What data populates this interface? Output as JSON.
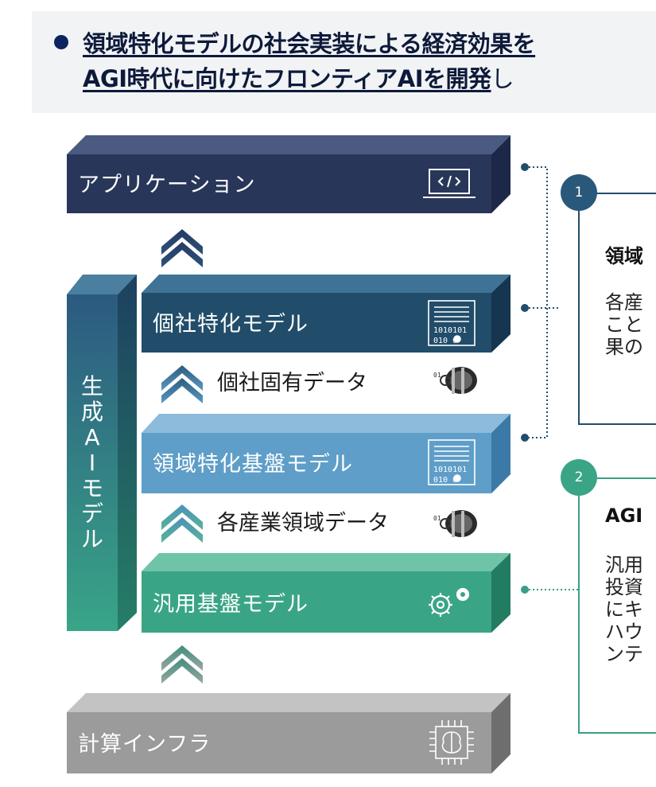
{
  "header": {
    "line1": "領域特化モデルの社会実装による経済効果を",
    "line2_bold": "AGI時代に向けたフロンティアAIを開発",
    "line2_rest": "し"
  },
  "stack": {
    "application": {
      "label": "アプリケーション",
      "icon": "code-laptop-icon"
    },
    "company_model": {
      "label": "個社特化モデル",
      "icon": "binary-gear-panel-icon"
    },
    "company_data": {
      "label": "個社固有データ",
      "icon": "data-disk-icon"
    },
    "domain_model": {
      "label": "領域特化基盤モデル",
      "icon": "binary-gear-panel-icon"
    },
    "domain_data": {
      "label": "各産業領域データ",
      "icon": "data-disk-icon"
    },
    "general_model": {
      "label": "汎用基盤モデル",
      "icon": "gears-icon"
    },
    "infra": {
      "label": "計算インフラ",
      "icon": "brain-chip-icon"
    }
  },
  "pillar": {
    "chars": [
      "生",
      "成",
      "A",
      "I",
      "モ",
      "デ",
      "ル"
    ]
  },
  "panels": [
    {
      "number": "1",
      "title": "領域",
      "lines": [
        "各産",
        "こと",
        "果の"
      ],
      "color": "#1f4e6b"
    },
    {
      "number": "2",
      "title": "AGI",
      "lines": [
        "汎用",
        "投資",
        "にキ",
        "ハウ",
        "ンテ"
      ],
      "color": "#3a9f85"
    }
  ],
  "colors": {
    "application": "#283659",
    "company_model": "#214d6a",
    "domain_model": "#5e9ec8",
    "general_model": "#3aa586",
    "infra": "#9b9b9b",
    "panel1": "#1f4e6b",
    "panel2": "#3a9f85"
  }
}
